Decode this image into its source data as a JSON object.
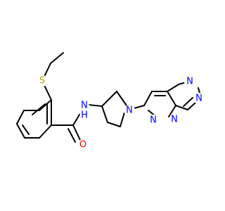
{
  "colors": {
    "background": "#ffffff",
    "bond": "#000000",
    "nitrogen": "#0000ff",
    "oxygen": "#ff0000",
    "sulfur": "#b3a600"
  },
  "atoms": {
    "sulfur": "S",
    "oxygen": "O",
    "amide_nitrogen": "N",
    "amide_hydrogen": "H",
    "pyrrolidine_nitrogen": "N",
    "triazole_n1": "N",
    "triazole_n2": "N",
    "bridge_nitrogen": "N",
    "pyridazine_nitrogen": "N"
  }
}
